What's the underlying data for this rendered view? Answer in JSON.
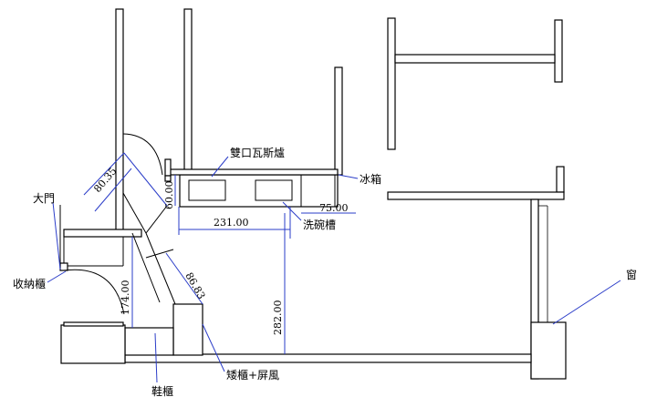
{
  "labels": {
    "stove": "雙口瓦斯爐",
    "fridge": "冰箱",
    "sink": "洗碗槽",
    "door": "大門",
    "storage": "收納櫃",
    "low_cabinet": "矮櫃+屏風",
    "shoe_cabinet": "鞋櫃",
    "window": "窗"
  },
  "dimensions": {
    "d1": "80.35",
    "d2": "60.00",
    "d3": "231.00",
    "d4": "75.00",
    "d5": "174.00",
    "d6": "86.83",
    "d7": "282.00"
  },
  "colors": {
    "line": "#000000",
    "dimension": "#2a3cc8"
  }
}
